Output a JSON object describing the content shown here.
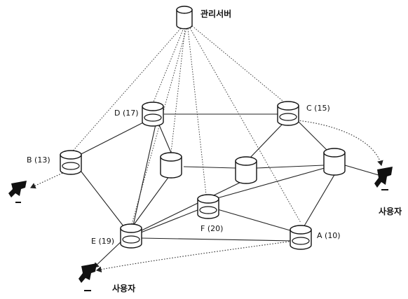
{
  "server": {
    "label": "관리서버"
  },
  "nodes": {
    "D": {
      "label": "D (17)"
    },
    "C": {
      "label": "C (15)"
    },
    "B": {
      "label": "B (13)"
    },
    "E": {
      "label": "E (19)"
    },
    "F": {
      "label": "F (20)"
    },
    "A": {
      "label": "A (10)"
    }
  },
  "users": {
    "right": {
      "label": "사용자"
    },
    "bottom": {
      "label": "사용자"
    }
  },
  "colors": {
    "line": "#222222",
    "node_fill": "#ffffff"
  }
}
